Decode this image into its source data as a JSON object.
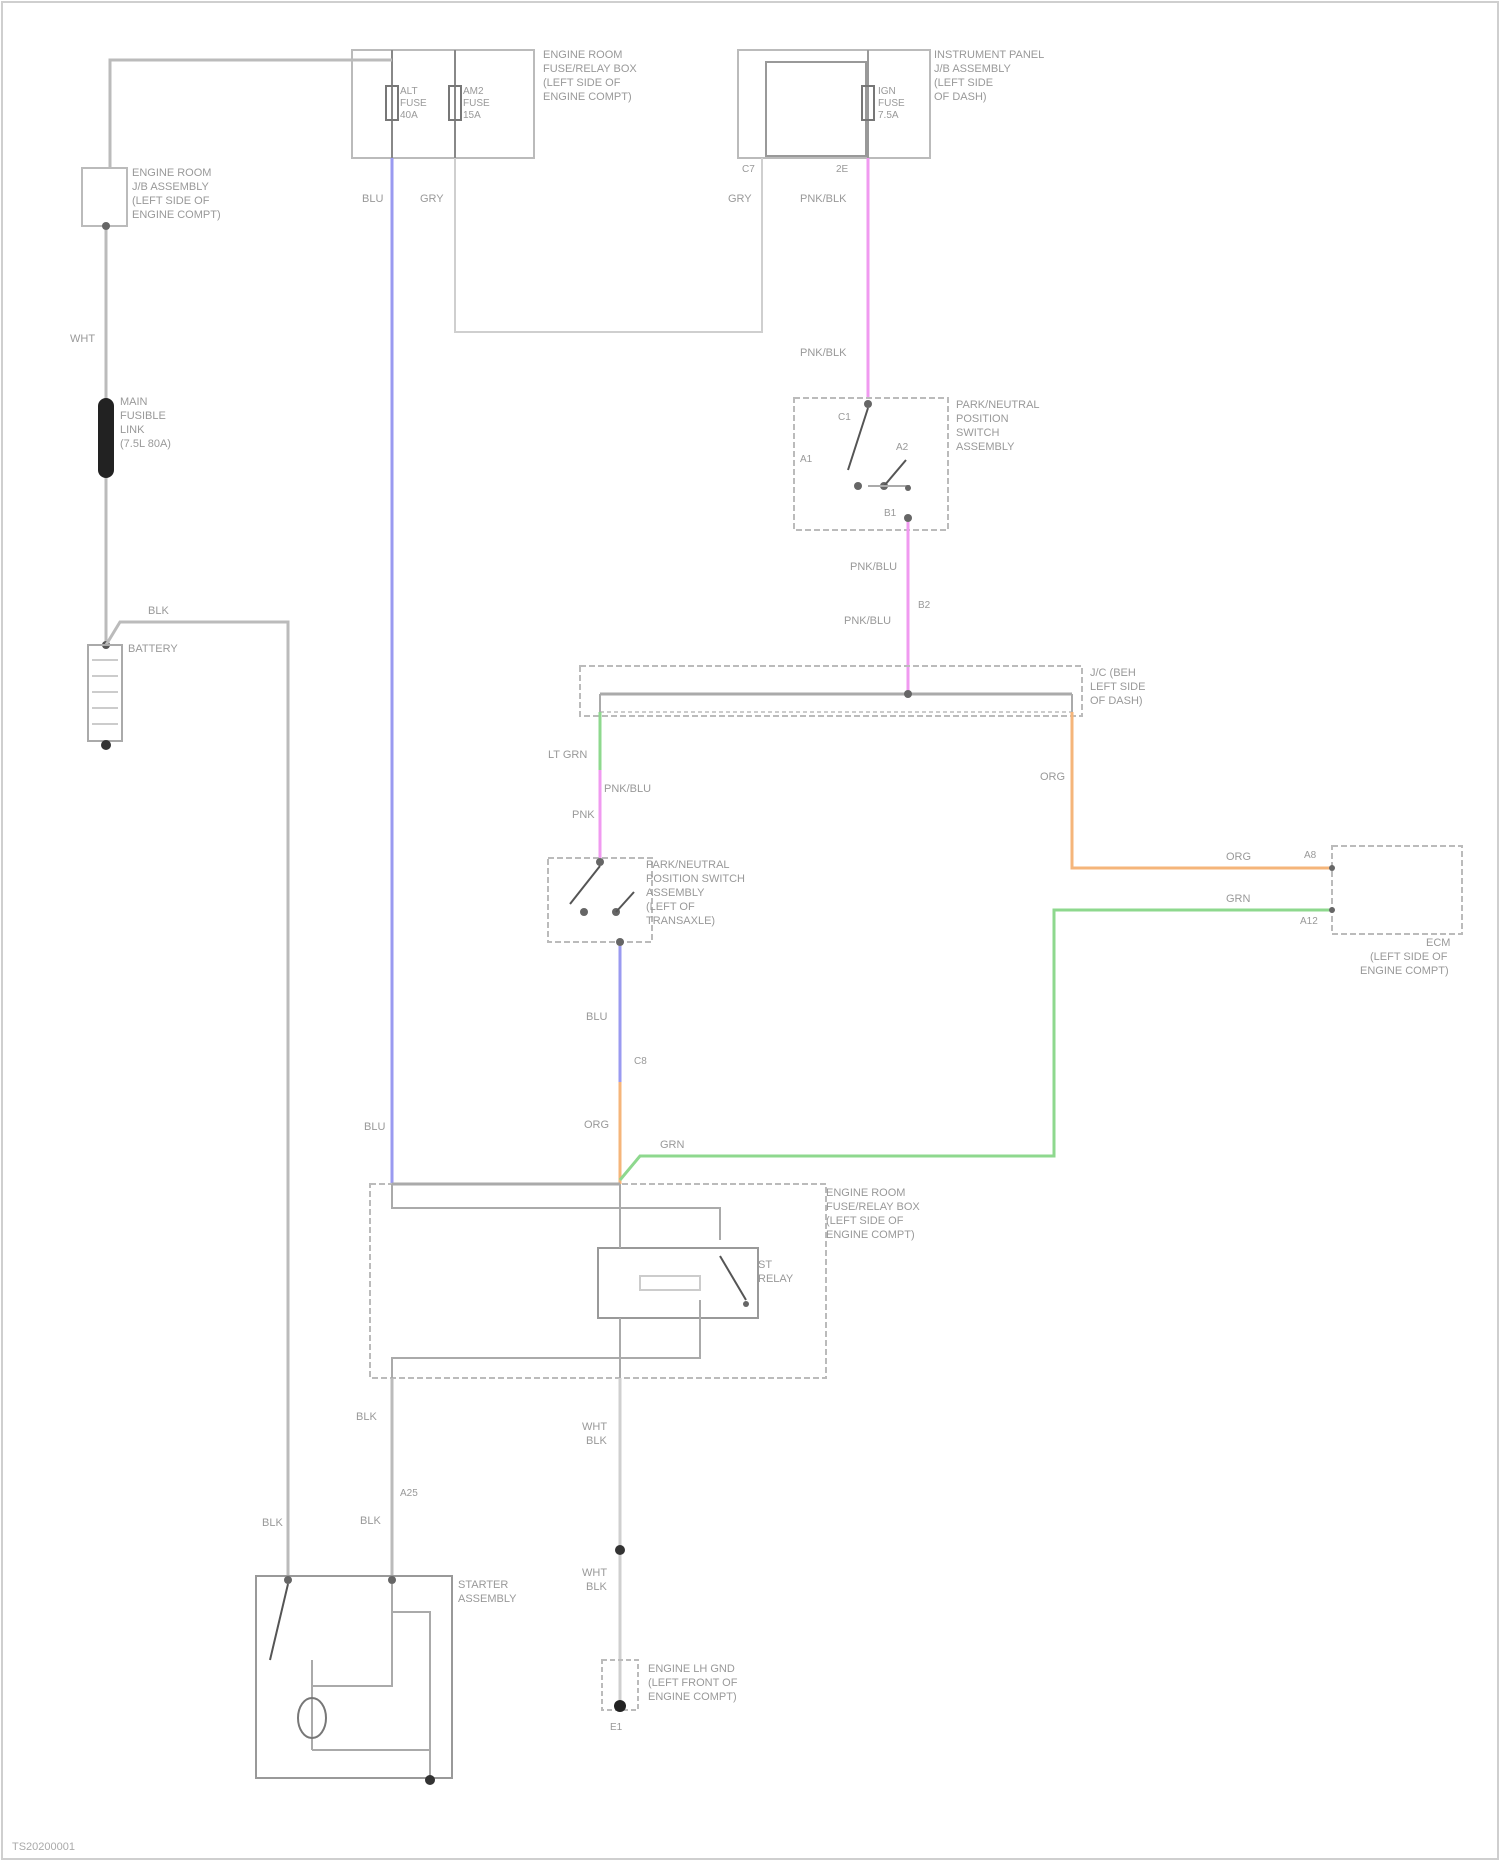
{
  "diagram": {
    "wires": {
      "blue": "#9a9af0",
      "pink": "#f09af0",
      "green": "#8ed88e",
      "orange": "#f5b57a",
      "gray": "#bdbdbd",
      "dark": "#555555"
    },
    "components": {
      "engine_room_fuse_box": {
        "labels": [
          "ENGINE ROOM",
          "FUSE/RELAY BOX",
          "(LEFT SIDE OF",
          "ENGINE COMPT)"
        ]
      },
      "engine_room_junction": {
        "labels": [
          "ENGINE ROOM",
          "J/B ASSEMBLY",
          "(LEFT SIDE OF",
          "ENGINE COMPT)"
        ]
      },
      "instrument_panel_jb": {
        "labels": [
          "INSTRUMENT PANEL",
          "J/B ASSEMBLY",
          "(LEFT SIDE",
          "OF DASH)"
        ]
      },
      "fusible_link": {
        "labels": [
          "MAIN",
          "FUSIBLE",
          "LINK",
          "(7.5L 80A)"
        ]
      },
      "battery": {
        "labels": [
          "BATTERY"
        ]
      },
      "neutral_switch": {
        "labels": [
          "PARK/NEUTRAL",
          "POSITION",
          "SWITCH",
          "ASSEMBLY"
        ]
      },
      "ignition_cluster": {
        "labels": [
          "J/C (BEH",
          "LEFT SIDE",
          "OF DASH)"
        ]
      },
      "transmission_switch": {
        "labels": [
          "PARK/NEUTRAL",
          "POSITION SWITCH",
          "ASSEMBLY",
          "(LEFT OF",
          "TRANSAXLE)"
        ]
      },
      "ecm": {
        "labels": [
          "ECM",
          "(LEFT SIDE OF",
          "ENGINE COMPT)"
        ]
      },
      "engine_fuse_box_lower": {
        "labels": [
          "ENGINE ROOM",
          "FUSE/RELAY BOX",
          "(LEFT SIDE OF",
          "ENGINE COMPT)"
        ]
      },
      "st_relay": {
        "labels": [
          "ST",
          "RELAY"
        ]
      },
      "starter": {
        "labels": [
          "STARTER",
          "ASSEMBLY"
        ]
      },
      "ground": {
        "labels": [
          "ENGINE LH GND",
          "(LEFT FRONT OF",
          "ENGINE COMPT)"
        ]
      }
    },
    "fuses": {
      "f1": [
        "ALT",
        "FUSE",
        "40A"
      ],
      "f2": [
        "AM2",
        "FUSE",
        "15A"
      ],
      "f3": [
        "IGN",
        "FUSE",
        "7.5A"
      ]
    },
    "wire_labels": {
      "w_blu_top": "BLU",
      "w_gry_top": "GRY",
      "w_gry_mid": "GRY",
      "w_pnk_top": "PNK/BLK",
      "w_pnk_mid": "PNK/BLK",
      "w_wht": "WHT",
      "w_blk_b": "BLK",
      "w_pnk_1": "PNK/BLU",
      "w_pnk_2": "PNK/BLU",
      "w_grn_1": "LT GRN",
      "w_pnk_3": "PNK/BLU",
      "w_pnk_4": "PNK",
      "w_org_1": "ORG",
      "w_org_2": "ORG",
      "w_grn_2": "GRN",
      "w_blu_2": "BLU",
      "w_org_3": "ORG",
      "w_grn_3": "GRN",
      "w_blu_3": "BLU",
      "w_blk_1": "BLK",
      "w_wht_2": "WHT",
      "w_blk_2": "BLK",
      "w_blk_3": "WHT",
      "w_blk_4": "BLK",
      "w_blk_5": "BLK"
    },
    "connector_ids": {
      "c1": "C7",
      "c2": "2E",
      "c3": "C1",
      "c4": "A1",
      "c5": "A2",
      "c6": "B1",
      "c7": "B2",
      "c8": "C8",
      "c9": "A8",
      "c10": "A12",
      "c11": "A25",
      "c12": "E1"
    },
    "footer_code": "TS20200001"
  }
}
